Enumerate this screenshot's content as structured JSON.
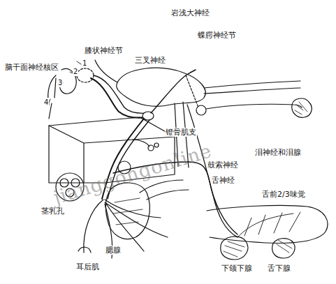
{
  "diagram": {
    "labels": [
      "脑干面神经核区",
      "膝状神经节",
      "三叉神经",
      "岩浅大神经",
      "蝶腭神经节",
      "镫骨肌支",
      "泪神经和泪腺",
      "鼓索神经",
      "舌神经",
      "舌前2/3味觉",
      "茎乳孔",
      "腮腺",
      "耳后肌",
      "下颌下腺",
      "舌下腺",
      "1",
      "2",
      "3",
      "4",
      "jianggongonline"
    ]
  }
}
